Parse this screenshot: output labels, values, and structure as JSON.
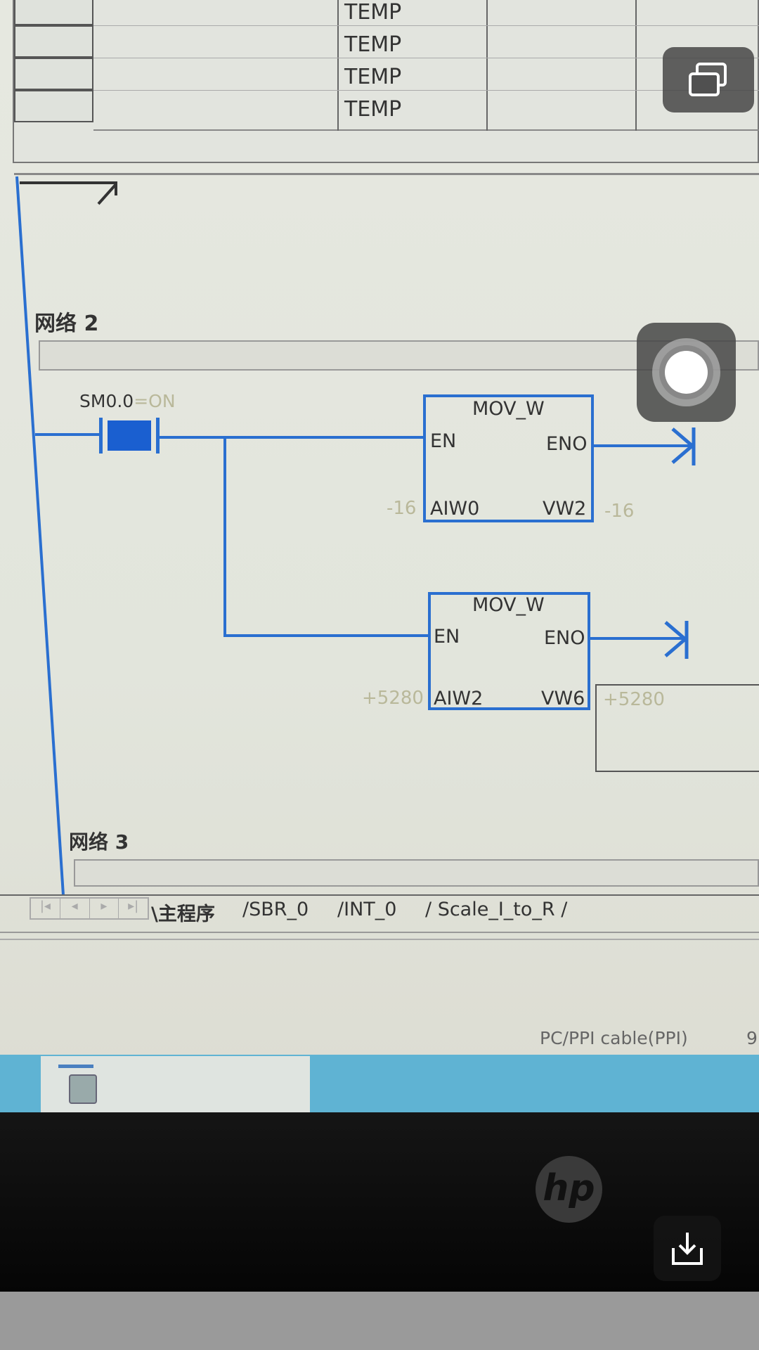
{
  "variable_table": {
    "rows": [
      "TEMP",
      "TEMP",
      "TEMP",
      "TEMP"
    ]
  },
  "network2": {
    "title": "网络 2",
    "contact": {
      "address": "SM0.0",
      "state": "=ON"
    },
    "blocks": [
      {
        "name": "MOV_W",
        "en": "EN",
        "eno": "ENO",
        "in": "AIW0",
        "out": "VW2",
        "in_value": "-16",
        "out_value": "-16"
      },
      {
        "name": "MOV_W",
        "en": "EN",
        "eno": "ENO",
        "in": "AIW2",
        "out": "VW6",
        "in_value": "+5280",
        "out_value": "+5280"
      }
    ]
  },
  "network3": {
    "title": "网络 3"
  },
  "tabs": [
    "主程序",
    "SBR_0",
    "INT_0",
    "Scale_I_to_R"
  ],
  "status_bar": {
    "connection": "PC/PPI cable(PPI)",
    "extra": "9."
  },
  "colors": {
    "wire": "#2a6fd0",
    "taskbar": "#5fb3d3",
    "bezel": "#0c0c0c"
  }
}
